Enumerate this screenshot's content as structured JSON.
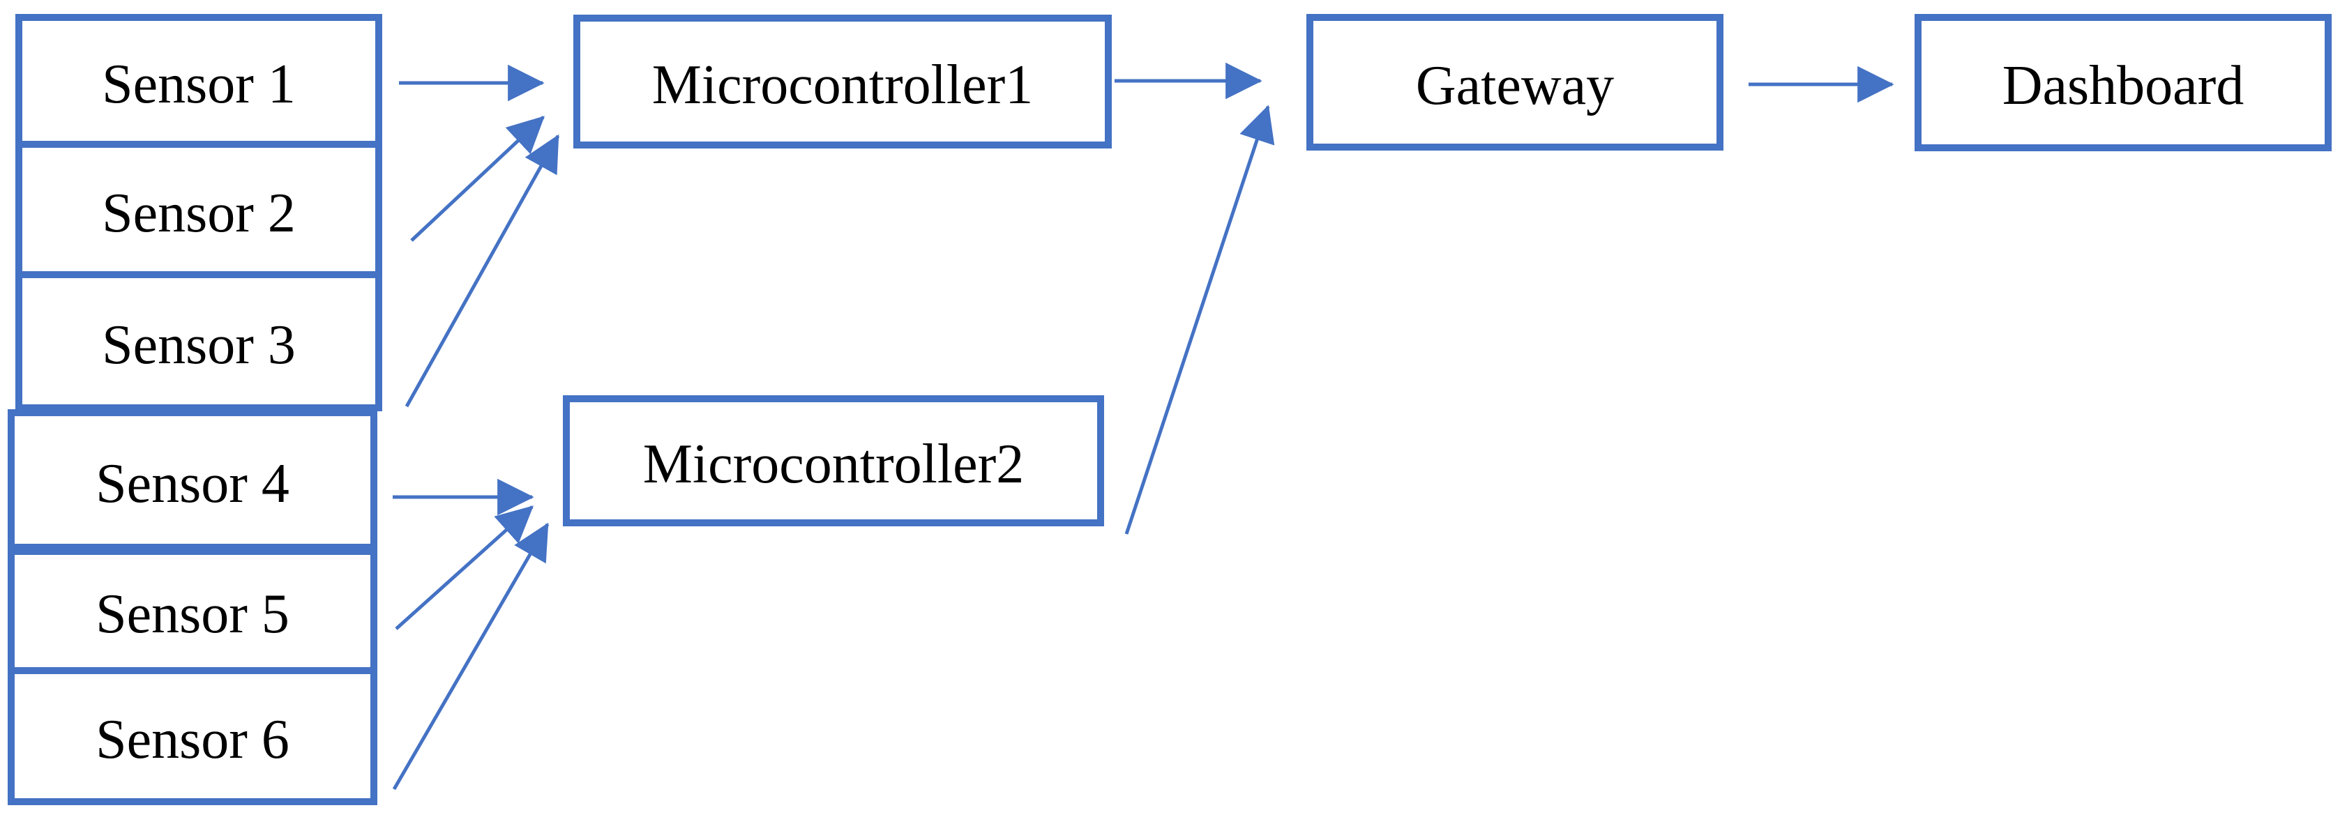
{
  "diagram": {
    "background_color": "#ffffff",
    "accent_color": "#4472C4",
    "text_color": "#000000",
    "nodes": [
      {
        "id": "sensor-1",
        "label": "Sensor 1"
      },
      {
        "id": "sensor-2",
        "label": "Sensor 2"
      },
      {
        "id": "sensor-3",
        "label": "Sensor 3"
      },
      {
        "id": "sensor-4",
        "label": "Sensor 4"
      },
      {
        "id": "sensor-5",
        "label": "Sensor 5"
      },
      {
        "id": "sensor-6",
        "label": "Sensor 6"
      },
      {
        "id": "microcontroller-1",
        "label": "Microcontroller1"
      },
      {
        "id": "microcontroller-2",
        "label": "Microcontroller2"
      },
      {
        "id": "gateway",
        "label": "Gateway"
      },
      {
        "id": "dashboard",
        "label": "Dashboard"
      }
    ],
    "edges": [
      {
        "from": "Sensor 1",
        "to": "Microcontroller1"
      },
      {
        "from": "Sensor 2",
        "to": "Microcontroller1"
      },
      {
        "from": "Sensor 3",
        "to": "Microcontroller1"
      },
      {
        "from": "Sensor 4",
        "to": "Microcontroller2"
      },
      {
        "from": "Sensor 5",
        "to": "Microcontroller2"
      },
      {
        "from": "Sensor 6",
        "to": "Microcontroller2"
      },
      {
        "from": "Microcontroller1",
        "to": "Gateway"
      },
      {
        "from": "Microcontroller2",
        "to": "Gateway"
      },
      {
        "from": "Gateway",
        "to": "Dashboard"
      }
    ]
  }
}
